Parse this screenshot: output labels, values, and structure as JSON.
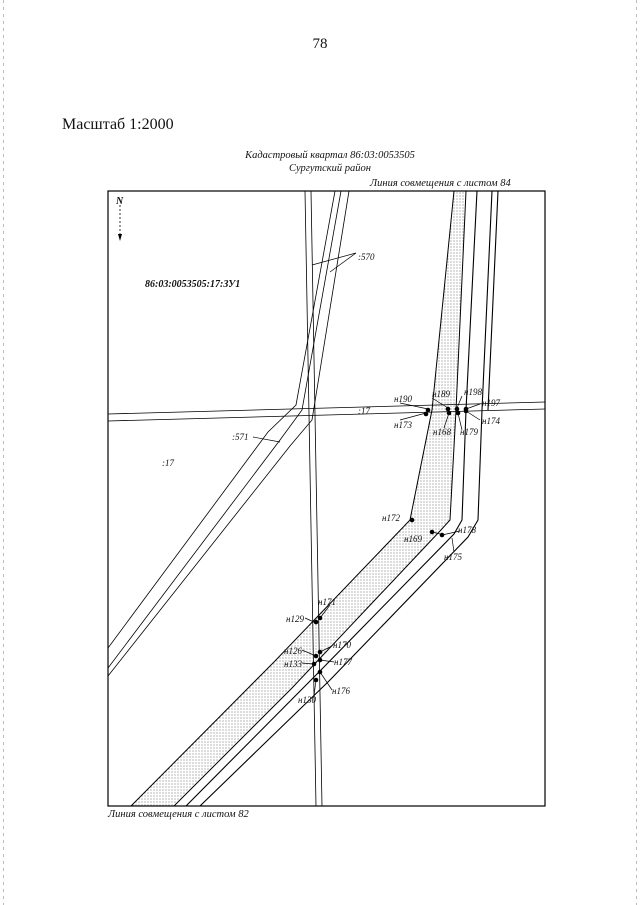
{
  "page": {
    "number": "78",
    "scale": "Масштаб 1:2000"
  },
  "map": {
    "title": "Кадастровый квартал 86:03:0053505",
    "subtitle": "Сургутский район",
    "top_caption": "Линия совмещения с листом 84",
    "bottom_caption": "Линия совмещения с листом 82",
    "north": "N",
    "parcel_label": "86:03:0053505:17:ЗУ1",
    "labels": {
      "p570": ":570",
      "p571": ":571",
      "p17a": ":17",
      "p17b": ":17"
    },
    "points": {
      "n189": "н189",
      "n198": "н198",
      "n190": "н190",
      "n197": "н197",
      "n173": "н173",
      "n174": "н174",
      "n168": "н168",
      "n179": "н179",
      "n172": "н172",
      "n178": "н178",
      "n169": "н169",
      "n175": "н175",
      "n171": "н171",
      "n129": "н129",
      "n170": "н170",
      "n126": "н126",
      "n177": "н177",
      "n133": "н133",
      "n176": "н176",
      "n130": "н130"
    }
  }
}
